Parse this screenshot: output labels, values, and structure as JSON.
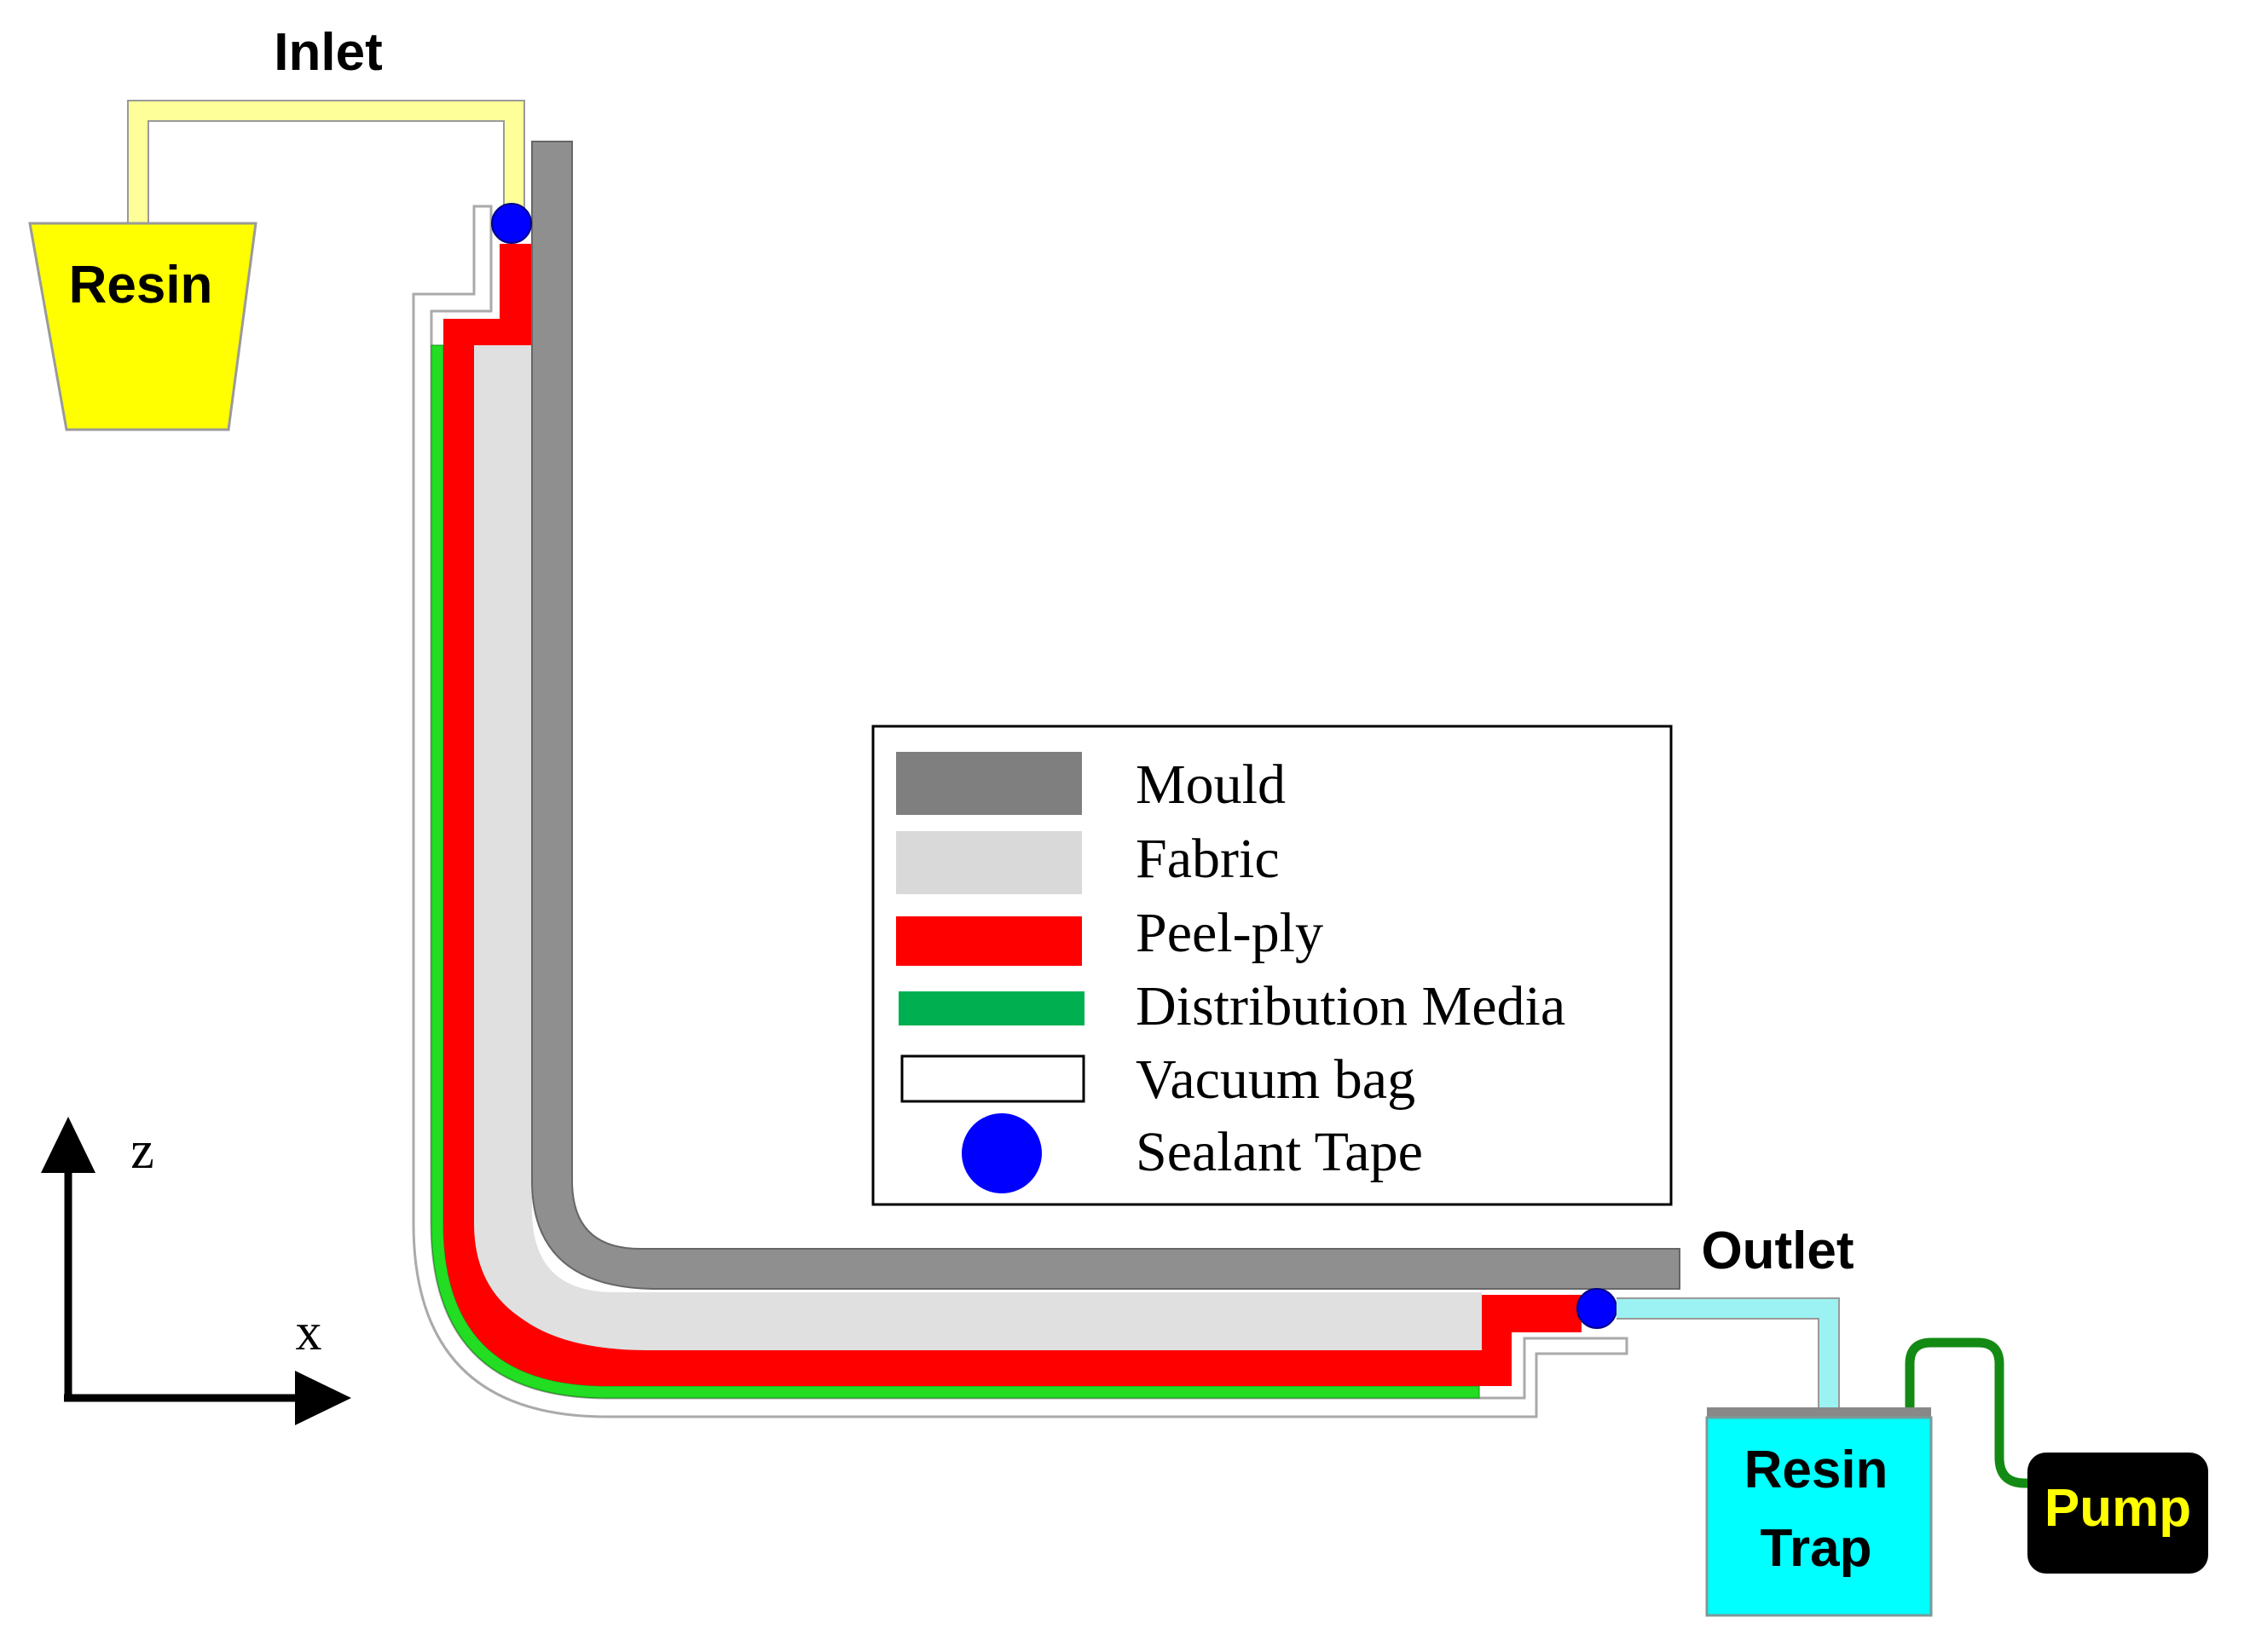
{
  "labels": {
    "inlet": "Inlet",
    "outlet": "Outlet",
    "resin": "Resin",
    "resin_trap_line1": "Resin",
    "resin_trap_line2": "Trap",
    "pump": "Pump",
    "axis_z": "z",
    "axis_x": "x"
  },
  "legend": {
    "items": [
      {
        "label": "Mould",
        "color": "#7f7f7f"
      },
      {
        "label": "Fabric",
        "color": "#d9d9d9"
      },
      {
        "label": "Peel-ply",
        "color": "#ff0000"
      },
      {
        "label": "Distribution Media",
        "color": "#00b050"
      },
      {
        "label": "Vacuum bag",
        "color": "#ffffff"
      },
      {
        "label": "Sealant Tape",
        "color": "#0000ff"
      }
    ]
  },
  "colors": {
    "mould": "#8f8f8f",
    "fabric": "#e0e0e0",
    "peel_ply": "#ff0000",
    "distribution_media": "#22dd22",
    "sealant": "#0000ff",
    "resin_pot": "#ffff00",
    "inlet_tube": "#ffff99",
    "outlet_tube": "#9cf2f2",
    "resin_trap": "#00ffff",
    "pump_body": "#000000",
    "pump_text": "#ffff00",
    "vacuum_line": "#138a13"
  }
}
